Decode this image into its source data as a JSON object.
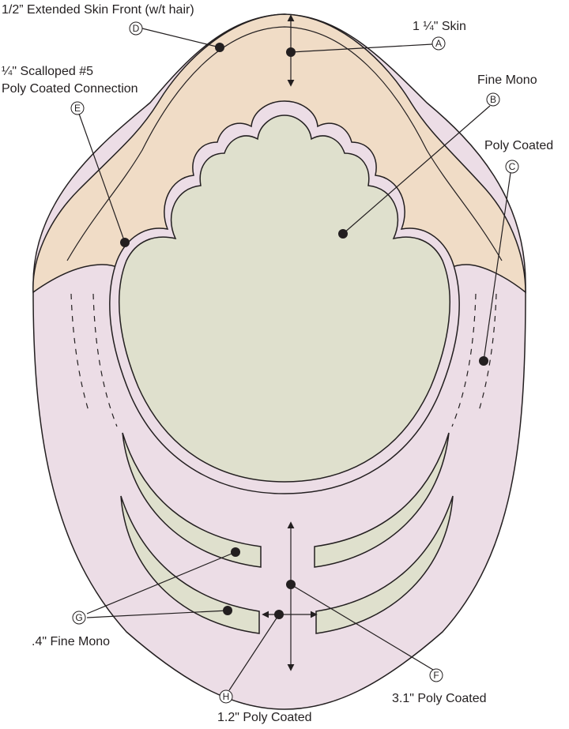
{
  "colors": {
    "skin": "#f0dcc6",
    "poly_coated": "#ecdde6",
    "fine_mono": "#dfe0cd",
    "outline": "#231f20"
  },
  "labels": {
    "D": {
      "marker": "D",
      "lines": [
        "1/2” Extended Skin Front (w/t hair)"
      ]
    },
    "A": {
      "marker": "A",
      "lines": [
        "1 ¼\" Skin"
      ]
    },
    "E": {
      "marker": "E",
      "lines": [
        "¼\" Scalloped #5",
        "Poly Coated Connection"
      ]
    },
    "B": {
      "marker": "B",
      "lines": [
        "Fine Mono"
      ]
    },
    "C": {
      "marker": "C",
      "lines": [
        "Poly Coated"
      ]
    },
    "G": {
      "marker": "G",
      "lines": [
        ".4\" Fine Mono"
      ]
    },
    "F": {
      "marker": "F",
      "lines": [
        "3.1\" Poly Coated"
      ]
    },
    "H": {
      "marker": "H",
      "lines": [
        "1.2\" Poly Coated"
      ]
    }
  }
}
